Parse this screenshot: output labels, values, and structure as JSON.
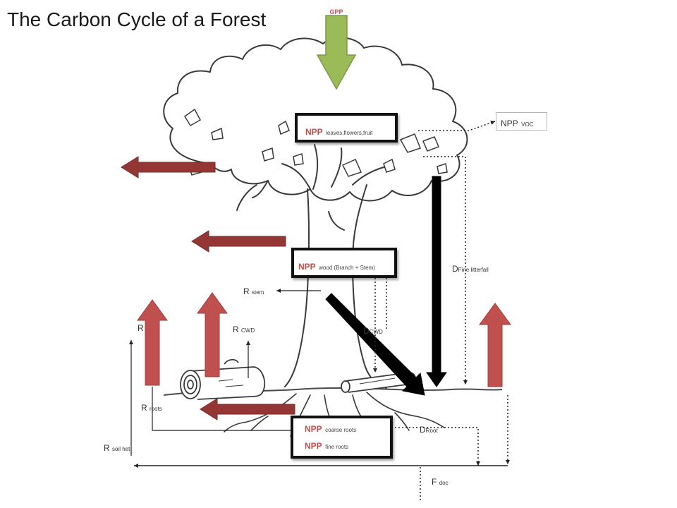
{
  "title": "The Carbon Cycle of a Forest",
  "gpp_label": "GPP",
  "boxes": {
    "npp_leaves": {
      "main": "NPP",
      "sub": "leaves,flowers,fruit"
    },
    "npp_voc": {
      "main": "NPP",
      "sub": "VOC"
    },
    "npp_wood": {
      "main": "NPP",
      "sub": "wood (Branch + Stem)"
    },
    "npp_coarse_roots": {
      "main": "NPP",
      "sub": "coarse roots"
    },
    "npp_fine_roots": {
      "main": "NPP",
      "sub": "fine roots"
    }
  },
  "labels": {
    "r_stem": {
      "main": "R",
      "sub": "stem"
    },
    "r_left": {
      "main": "R",
      "sub": ""
    },
    "r_cwd": {
      "main": "R",
      "sub": "CWD"
    },
    "r_roots": {
      "main": "R",
      "sub": "roots"
    },
    "r_soil_het": {
      "main": "R",
      "sub": "soil het"
    },
    "d_fine_litterfall": {
      "main": "D",
      "sub": "Fine litterfall"
    },
    "d_cwd": {
      "main": "D",
      "sub": "CWD"
    },
    "d_root": {
      "main": "D",
      "sub": "Root"
    },
    "f_doc": {
      "main": "F",
      "sub": "doc"
    }
  },
  "colors": {
    "gpp_arrow": "#9bbb59",
    "respiration_up": "#c0504d",
    "respiration_left": "#943634",
    "detritus_arrow": "#000000",
    "npp_text": "#c0504d"
  }
}
